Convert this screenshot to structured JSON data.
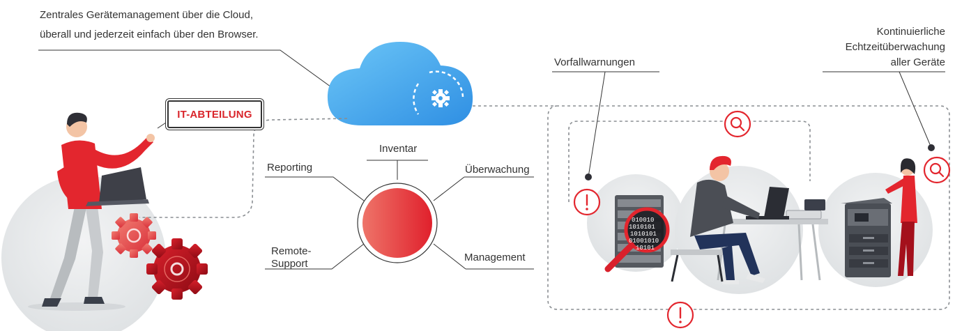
{
  "headline": {
    "line1": "Zentrales Gerätemanagement über die Cloud,",
    "line2": "überall und jederzeit einfach über den Browser."
  },
  "badge": {
    "label": "IT-ABTEILUNG"
  },
  "hub": {
    "inventar": "Inventar",
    "reporting": "Reporting",
    "ueberwachung": "Überwachung",
    "remote_support_line1": "Remote-",
    "remote_support_line2": "Support",
    "management": "Management"
  },
  "callouts": {
    "vorfallwarnungen": "Vorfallwarnungen",
    "monitoring_line1": "Kontinuierliche",
    "monitoring_line2": "Echtzeitüberwachung",
    "monitoring_line3": "aller Geräte"
  },
  "server_code": [
    "010010",
    "1010101",
    "1010101",
    "01001010",
    "10101"
  ],
  "colors": {
    "accent_red": "#e3262e",
    "cloud_blue": "#4aaef0",
    "dark_red": "#a4101c",
    "gray_text": "#333333"
  },
  "icons": [
    "cloud-icon",
    "gear-icon",
    "alert-icon",
    "search-icon",
    "magnifier-icon"
  ]
}
